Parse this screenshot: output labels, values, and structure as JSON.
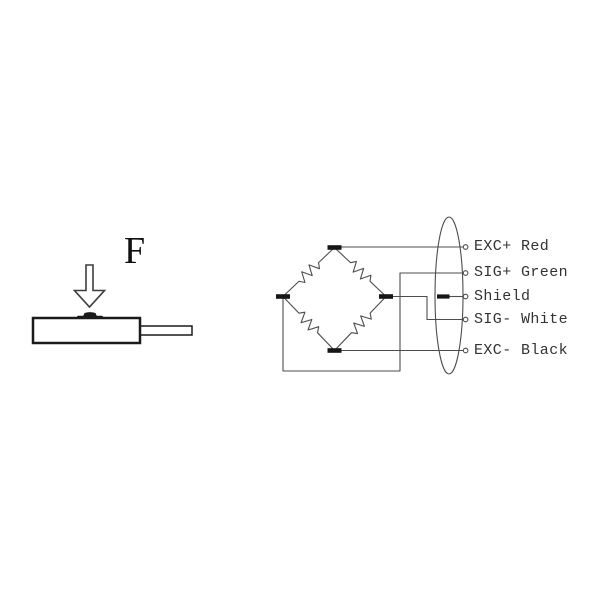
{
  "diagram": {
    "type": "load-cell wiring diagram",
    "force_label": "F",
    "connector_labels": [
      "EXC+ Red",
      "SIG+ Green",
      "Shield",
      "SIG- White",
      "EXC- Black"
    ],
    "bridge": {
      "nodes": [
        "top",
        "left",
        "right",
        "bottom"
      ],
      "resistors": 4,
      "connections": {
        "top": "EXC+ Red",
        "left": "SIG+ Green",
        "right": "SIG- White",
        "bottom": "EXC- Black",
        "shield": "Shield"
      }
    }
  },
  "colors": {
    "line": "#4d4d4d",
    "ink": "#161616",
    "text": "#333333",
    "background": "#ffffff"
  }
}
